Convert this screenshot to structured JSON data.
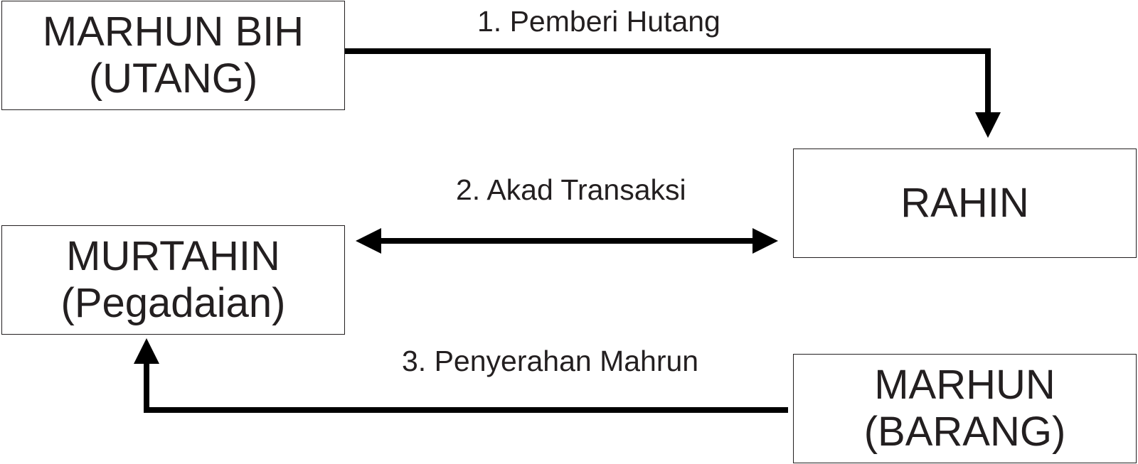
{
  "nodes": {
    "marhun_bih": {
      "line1": "MARHUN BIH",
      "line2": "(UTANG)"
    },
    "rahin": {
      "line1": "RAHIN"
    },
    "murtahin": {
      "line1": "MURTAHIN",
      "line2": "(Pegadaian)"
    },
    "marhun": {
      "line1": "MARHUN",
      "line2": "(BARANG)"
    }
  },
  "edges": [
    {
      "label": "1. Pemberi Hutang",
      "from": "marhun_bih",
      "to": "rahin",
      "direction": "one-way"
    },
    {
      "label": "2. Akad Transaksi",
      "from": "murtahin",
      "to": "rahin",
      "direction": "two-way"
    },
    {
      "label": "3. Penyerahan Mahrun",
      "from": "marhun",
      "to": "murtahin",
      "direction": "one-way"
    }
  ],
  "colors": {
    "stroke": "#000000",
    "text": "#231f20",
    "background": "#ffffff"
  }
}
